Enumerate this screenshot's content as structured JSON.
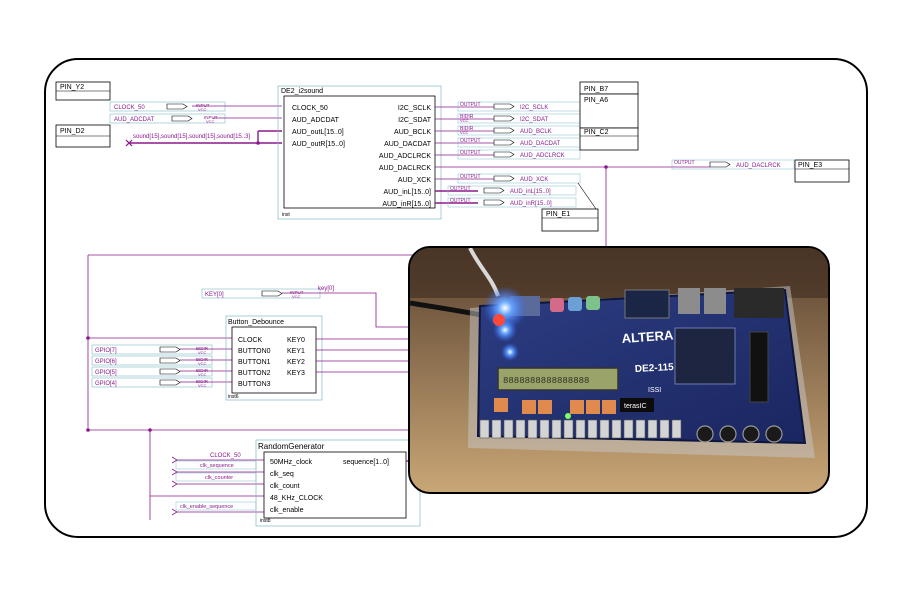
{
  "pins": {
    "y2": "PIN_Y2",
    "d2": "PIN_D2",
    "b7": "PIN_B7",
    "a6": "PIN_A6",
    "c2": "PIN_C2",
    "e3": "PIN_E3",
    "e1": "PIN_E1"
  },
  "signals": {
    "clock_50": "CLOCK_50",
    "aud_adcdat": "AUD_ADCDAT",
    "sound_bus": "sound[15],sound[15],sound[15],sound[15..3]",
    "key0": "KEY[0]",
    "key0_net": "key[0]",
    "gpio7": "GPIO[7]",
    "gpio6": "GPIO[6]",
    "gpio5": "GPIO[5]",
    "gpio4": "GPIO[4]",
    "rg_clock": "CLOCK_50",
    "clk_sequence": "clk_sequence",
    "clk_counter": "clk_counter",
    "clk_enable_sequence": "clk_enable_sequence"
  },
  "port_tags": {
    "input": "INPUT",
    "output": "OUTPUT",
    "bidir": "BIDIR",
    "vcc": "VCC"
  },
  "outputs": {
    "i2c_sclk": "I2C_SCLK",
    "i2c_sdat": "I2C_SDAT",
    "aud_bclk": "AUD_BCLK",
    "aud_dacdat": "AUD_DACDAT",
    "aud_adclrck": "AUD_ADCLRCK",
    "aud_daclrck": "AUD_DACLRCK",
    "aud_xck": "AUD_XCK",
    "aud_inl": "AUD_inL[15..0]",
    "aud_inr": "AUD_inR[15..0]"
  },
  "i2sound": {
    "title": "DE2_i2sound",
    "inst": "inst",
    "left_ports": [
      "CLOCK_50",
      "AUD_ADCDAT",
      "AUD_outL[15..0]",
      "AUD_outR[15..0]"
    ],
    "right_ports": [
      "I2C_SCLK",
      "I2C_SDAT",
      "AUD_BCLK",
      "AUD_DACDAT",
      "AUD_ADCLRCK",
      "AUD_DACLRCK",
      "AUD_XCK",
      "AUD_inL[15..0]",
      "AUD_inR[15..0]"
    ]
  },
  "debounce": {
    "title": "Button_Debounce",
    "inst": "inst6",
    "left_ports": [
      "CLOCK",
      "BUTTON0",
      "BUTTON1",
      "BUTTON2",
      "BUTTON3"
    ],
    "right_ports": [
      "KEY0",
      "KEY1",
      "KEY2",
      "KEY3"
    ]
  },
  "random": {
    "title": "RandomGenerator",
    "inst": "inst8",
    "left_ports": [
      "50MHz_clock",
      "clk_seq",
      "clk_count",
      "48_KHz_CLOCK",
      "clk_enable"
    ],
    "right_ports": [
      "sequence[1..0]"
    ]
  },
  "board": {
    "brand": "ALTERA",
    "model": "DE2-115",
    "maker": "terasIC",
    "issi": "ISSI",
    "lcd_text": "8888888888888888"
  },
  "colors": {
    "wire": "#8b1a8b",
    "block_border": "#7fb9c9",
    "frame": "#000000"
  }
}
